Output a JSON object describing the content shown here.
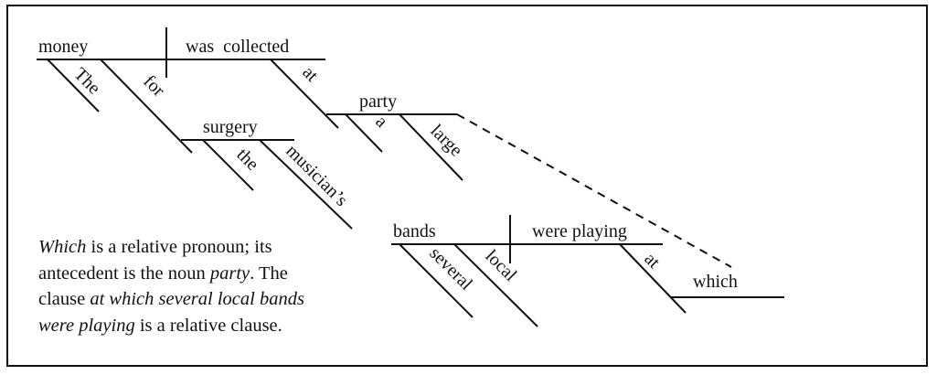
{
  "diagram": {
    "main_clause": {
      "subject": "money",
      "verb": "was  collected",
      "subject_modifiers": [
        "The",
        "for"
      ],
      "prep_object": "surgery",
      "prep_object_modifiers": [
        "the",
        "musician’s"
      ],
      "verb_modifier": "at",
      "verb_prep_object": "party",
      "verb_prep_object_modifiers": [
        "a",
        "large"
      ]
    },
    "relative_clause": {
      "subject": "bands",
      "verb": "were playing",
      "subject_modifiers": [
        "several",
        "local"
      ],
      "verb_modifier": "at",
      "prep_object": "which"
    }
  },
  "caption": {
    "line1": {
      "italic": "Which",
      "rest": " is a relative pronoun; its"
    },
    "line2": {
      "pre": "antecedent is the noun ",
      "italic": "party",
      "post": ". The"
    },
    "line3": {
      "pre": "clause ",
      "italic": "at which several local bands"
    },
    "line4": {
      "italic": "were playing",
      "post": " is a relative clause."
    }
  }
}
